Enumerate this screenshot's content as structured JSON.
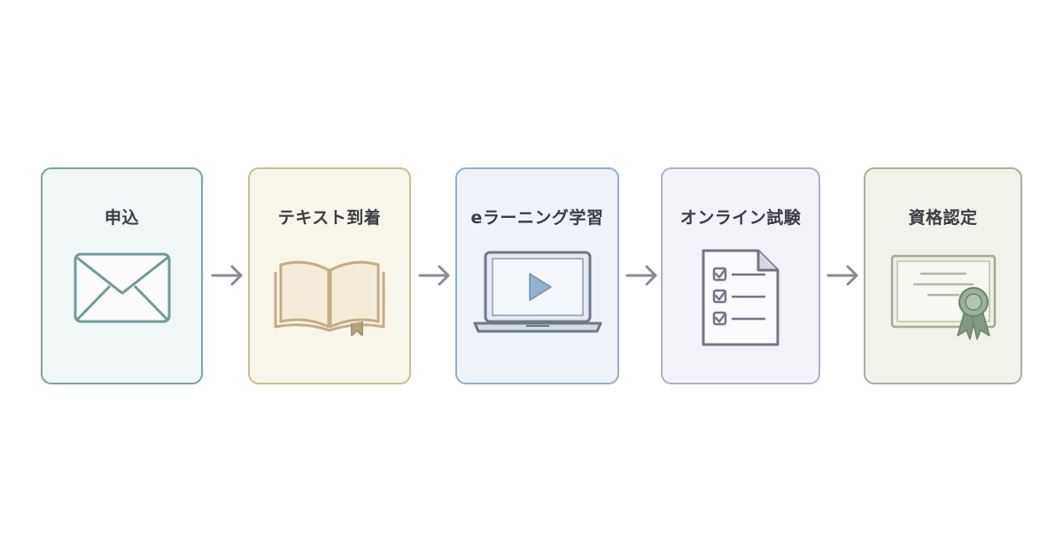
{
  "steps": [
    {
      "label": "申込",
      "icon": "envelope-icon",
      "bg": "#f1f6f7",
      "border": "#7ea2a3"
    },
    {
      "label": "テキスト到着",
      "icon": "open-book-icon",
      "bg": "#f8f5ea",
      "border": "#cbbd94"
    },
    {
      "label": "eラーニング学習",
      "icon": "laptop-play-icon",
      "bg": "#edf3f9",
      "border": "#93aec6"
    },
    {
      "label": "オンライン試験",
      "icon": "checklist-document-icon",
      "bg": "#f3f2f8",
      "border": "#b4adc6"
    },
    {
      "label": "資格認定",
      "icon": "certificate-ribbon-icon",
      "bg": "#f1f3ea",
      "border": "#a9b294"
    }
  ],
  "arrow_color": "#8a8a96"
}
